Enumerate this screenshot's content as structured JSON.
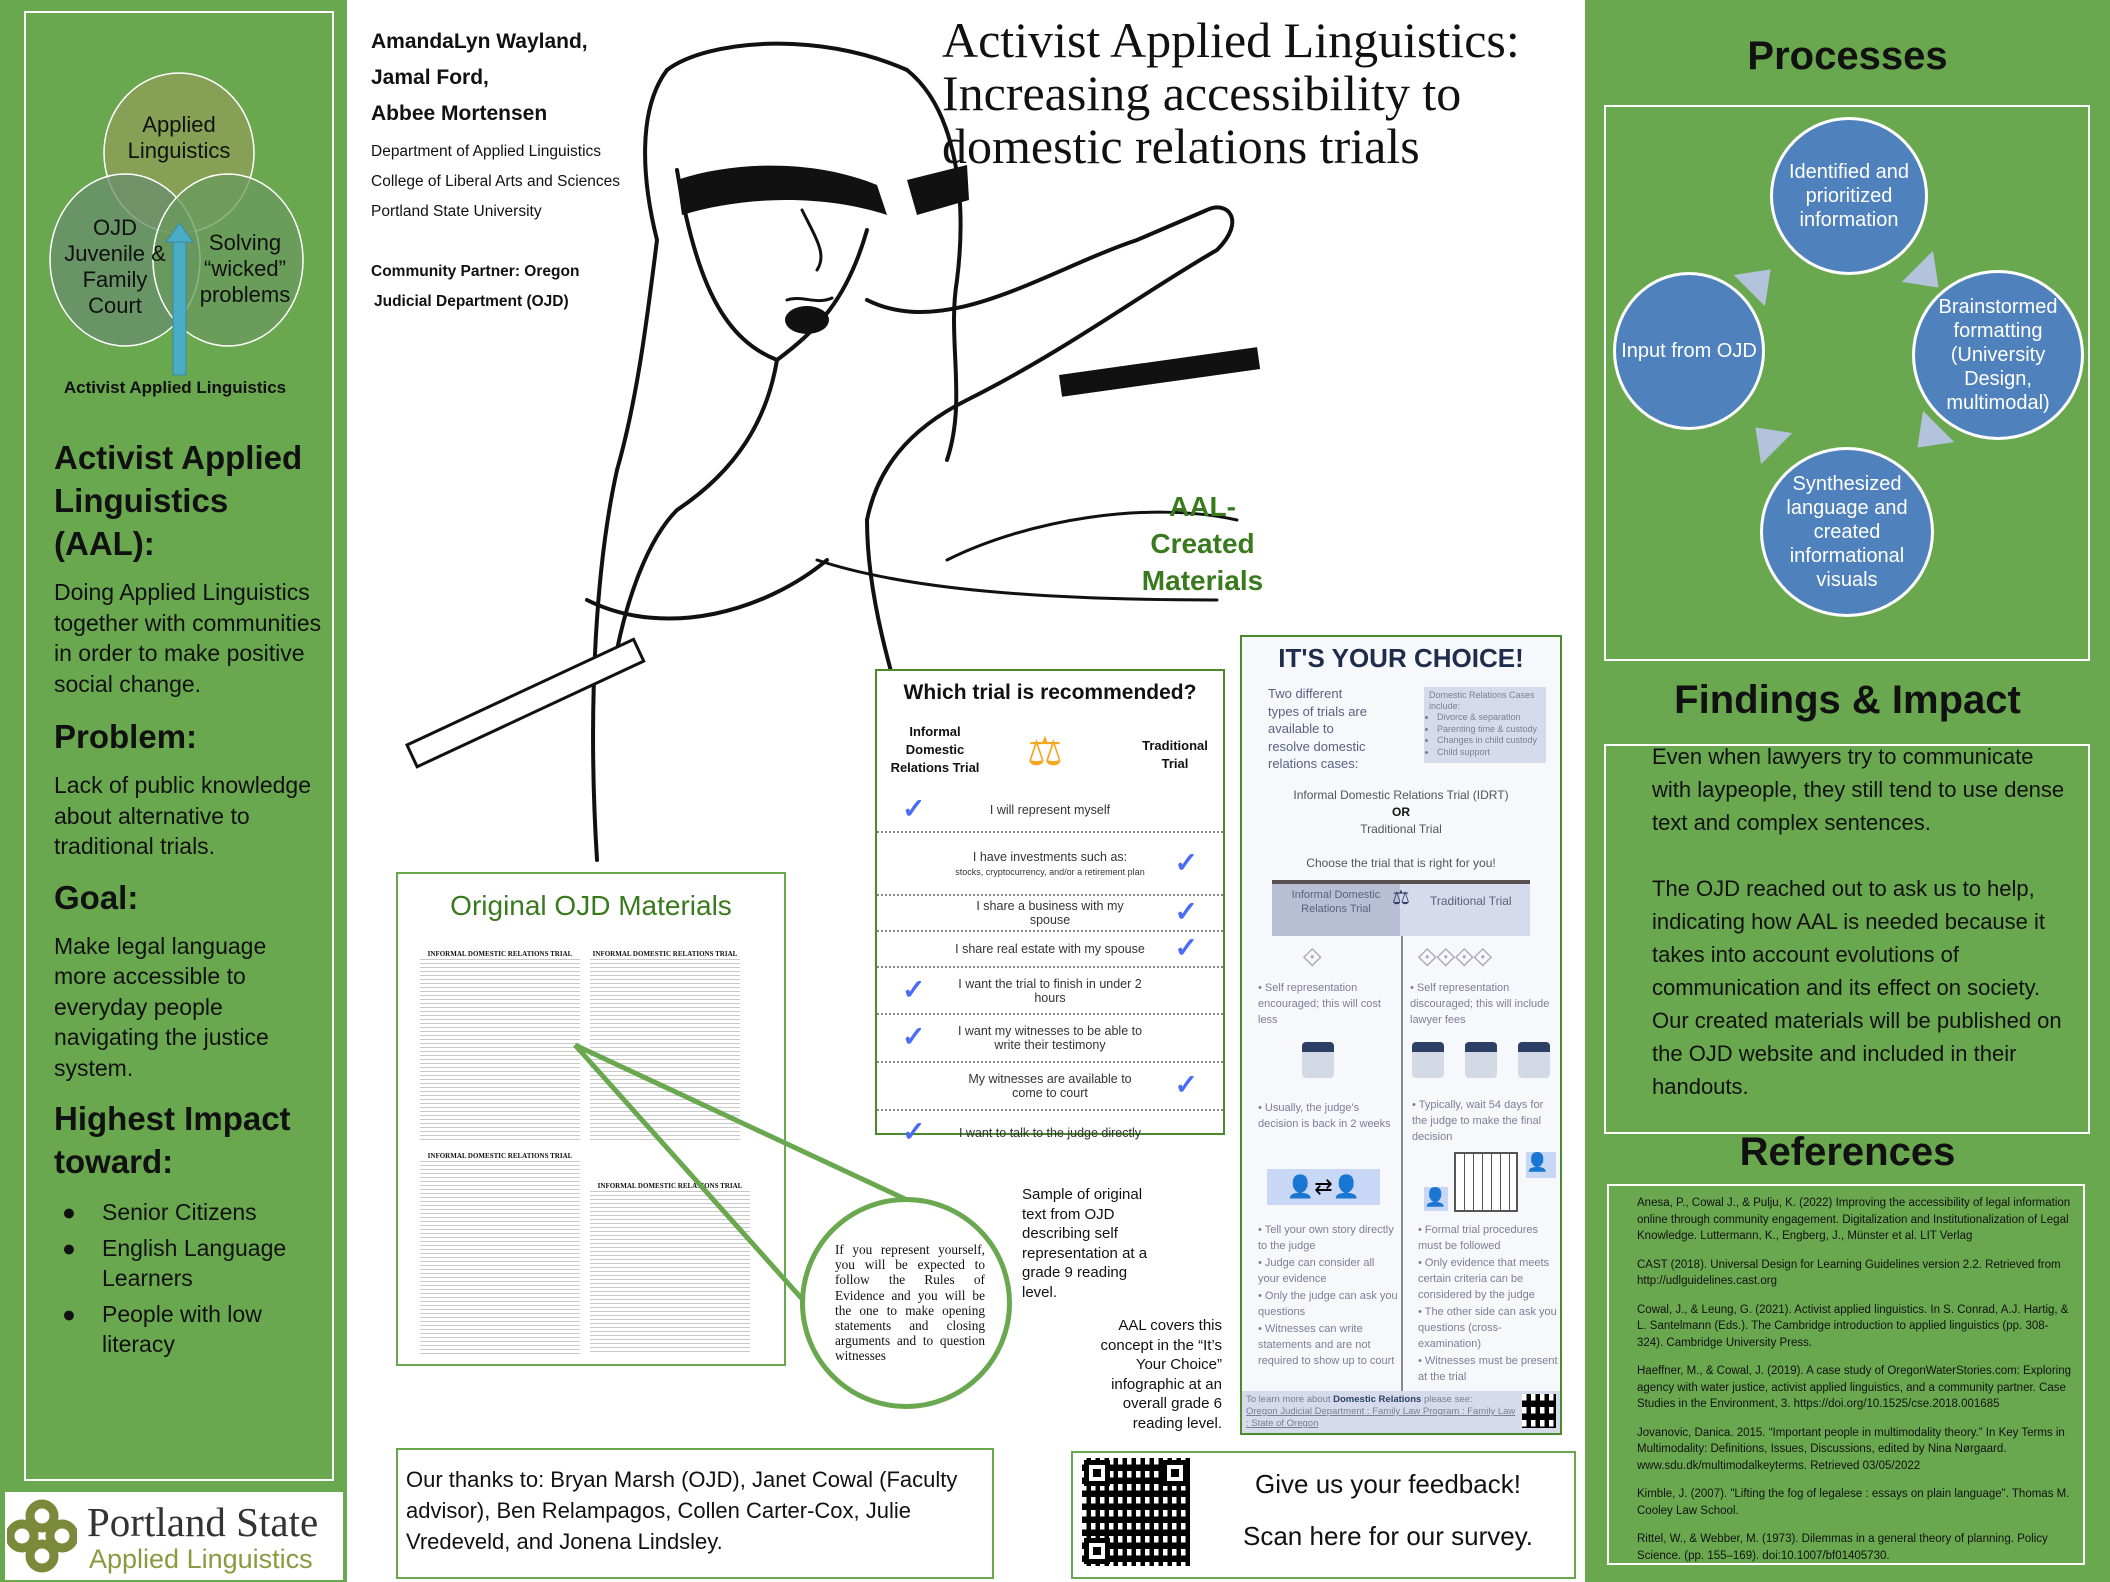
{
  "left": {
    "venn": {
      "top": "Applied Linguistics",
      "left": "OJD Juvenile & Family Court",
      "right": "Solving “wicked” problems",
      "caption": "Activist Applied Linguistics"
    },
    "aal_heading": "Activist Applied Linguistics (AAL):",
    "aal_text": "Doing Applied Linguistics together with communities in order to make positive social change.",
    "problem_heading": "Problem:",
    "problem_text": "Lack of public knowledge about alternative to traditional trials.",
    "goal_heading": "Goal:",
    "goal_text": "Make legal language more accessible to everyday people navigating the justice system.",
    "impact_heading": "Highest Impact toward:",
    "impact_items": [
      "Senior Citizens",
      "English Language Learners",
      "People with low literacy"
    ],
    "logo": {
      "line1": "Portland State",
      "line2": "Applied Linguistics"
    }
  },
  "header": {
    "authors": [
      "AmandaLyn Wayland,",
      "Jamal Ford,",
      "Abbee Mortensen"
    ],
    "affiliations": [
      "Department of Applied Linguistics",
      "College of Liberal Arts and Sciences",
      "Portland State University"
    ],
    "partner": [
      "Community Partner: Oregon",
      "Judicial Department (OJD)"
    ],
    "title": "Activist Applied Linguistics: Increasing accessibility to domestic relations trials"
  },
  "aal_created": "AAL-Created Materials",
  "trial_table": {
    "title": "Which trial is recommended?",
    "col_left": "Informal Domestic Relations Trial",
    "col_right": "Traditional Trial",
    "rows": [
      {
        "text": "I will represent myself",
        "sub": "",
        "check": "left"
      },
      {
        "text": "I have investments such as:",
        "sub": "stocks, cryptocurrency, and/or a retirement plan",
        "check": "right"
      },
      {
        "text": "I share a business with my spouse",
        "sub": "",
        "check": "right"
      },
      {
        "text": "I share real estate with my spouse",
        "sub": "",
        "check": "right"
      },
      {
        "text": "I want the trial to finish in under 2 hours",
        "sub": "",
        "check": "left"
      },
      {
        "text": "I want my witnesses to be able to write their testimony",
        "sub": "",
        "check": "left"
      },
      {
        "text": "My witnesses are available to come to court",
        "sub": "",
        "check": "right"
      },
      {
        "text": "I want to talk to the judge directly",
        "sub": "",
        "check": "left"
      }
    ],
    "check_color": "#4a6cf7"
  },
  "choice": {
    "title": "IT'S YOUR CHOICE!",
    "intro": "Two different types of trials are available to resolve domestic relations cases:",
    "cases_heading": "Domestic Relations Cases include:",
    "cases": [
      "Divorce & separation",
      "Parenting time & custody",
      "Changes in child custody",
      "Child support"
    ],
    "option1": "Informal Domestic Relations Trial (IDRT)",
    "or": "OR",
    "option2": "Traditional Trial",
    "choose": "Choose the trial that is right for you!",
    "left_head": "Informal Domestic Relations Trial",
    "right_head": "Traditional Trial",
    "left_cost": "Self representation encouraged; this will cost less",
    "right_cost": "Self representation discouraged; this will include lawyer fees",
    "left_time": "Usually, the judge's decision is back in 2 weeks",
    "right_time": "Typically, wait 54 days for the judge to make the final decision",
    "left_points": [
      "Tell your own story directly to the judge",
      "Judge can consider all your evidence",
      "Only the judge can ask you questions",
      "Witnesses can write statements and are not required to show up to court"
    ],
    "right_points": [
      "Formal trial procedures must be followed",
      "Only evidence that meets certain criteria can be considered by the judge",
      "The other side can ask you questions (cross-examination)",
      "Witnesses must be present at the trial"
    ],
    "footer_pre": "To learn more about ",
    "footer_bold": "Domestic Relations",
    "footer_post": " please see:",
    "footer_link": "Oregon Judicial Department : Family Law Program : Family Law : State of Oregon"
  },
  "ojd": {
    "title": "Original OJD Materials",
    "page_heading": "INFORMAL DOMESTIC RELATIONS TRIAL",
    "bubble": "If you represent yourself, you will be expected to follow the Rules of Evidence and you will be the one to make opening statements and closing arguments and to question witnesses"
  },
  "notes": {
    "sample": "Sample of original text from OJD describing self representation at a grade 9 reading level.",
    "covers": "AAL covers this concept in the “It’s Your Choice” infographic at an overall grade 6 reading level."
  },
  "thanks": "Our thanks to: Bryan Marsh (OJD),  Janet Cowal (Faculty advisor), Ben Relampagos, Collen Carter-Cox, Julie Vredeveld, and  Jonena Lindsley.",
  "feedback": {
    "line1": "Give us your feedback!",
    "line2": "Scan here for our survey."
  },
  "processes": {
    "title": "Processes",
    "steps": [
      "Identified and prioritized information",
      "Brainstormed formatting (University Design, multimodal)",
      "Synthesized language and created informational visuals",
      "Input from OJD"
    ]
  },
  "findings": {
    "title": "Findings & Impact",
    "p1": "Even when lawyers try to communicate with laypeople, they still tend to use dense text and complex sentences.",
    "p2": "The OJD reached out to ask us to help, indicating how AAL is needed because it takes into account evolutions of communication and its effect on society. Our created materials will be published on the OJD website and included in their handouts."
  },
  "references": {
    "title": "References",
    "items": [
      "Anesa, P., Cowal J., & Pulju, K. (2022) Improving the accessibility of legal information online through community engagement. Digitalization and Institutionalization of Legal Knowledge. Luttermann, K., Engberg, J., Münster et al. LIT Verlag",
      "CAST (2018). Universal Design for Learning Guidelines version 2.2. Retrieved from http://udlguidelines.cast.org",
      "Cowal, J., & Leung, G. (2021). Activist applied linguistics. In S. Conrad, A.J. Hartig, & L. Santelmann (Eds.). The Cambridge introduction to applied linguistics (pp. 308-324). Cambridge University Press.",
      "Haeffner, M., & Cowal, J. (2019). A case study of OregonWaterStories.com: Exploring agency with water justice, activist applied linguistics, and a community partner. Case Studies in the Environment, 3. https://doi.org/10.1525/cse.2018.001685",
      "Jovanovic, Danica. 2015. “Important people in multimodality theory.” In Key Terms in Multimodality: Definitions, Issues, Discussions, edited by Nina Nørgaard. www.sdu.dk/multimodalkeyterms. Retrieved 03/05/2022",
      "Kimble, J. (2007). \"Lifting the fog of legalese : essays on plain language\". Thomas M. Cooley Law School.",
      "Rittel, W., & Webber, M. (1973). Dilemmas in a general theory of planning. Policy Science. (pp. 155–169). doi:10.1007/bf01405730."
    ]
  },
  "colors": {
    "green": "#6aa84f",
    "process_blue": "#4f81bd",
    "navy": "#2e3f66"
  }
}
